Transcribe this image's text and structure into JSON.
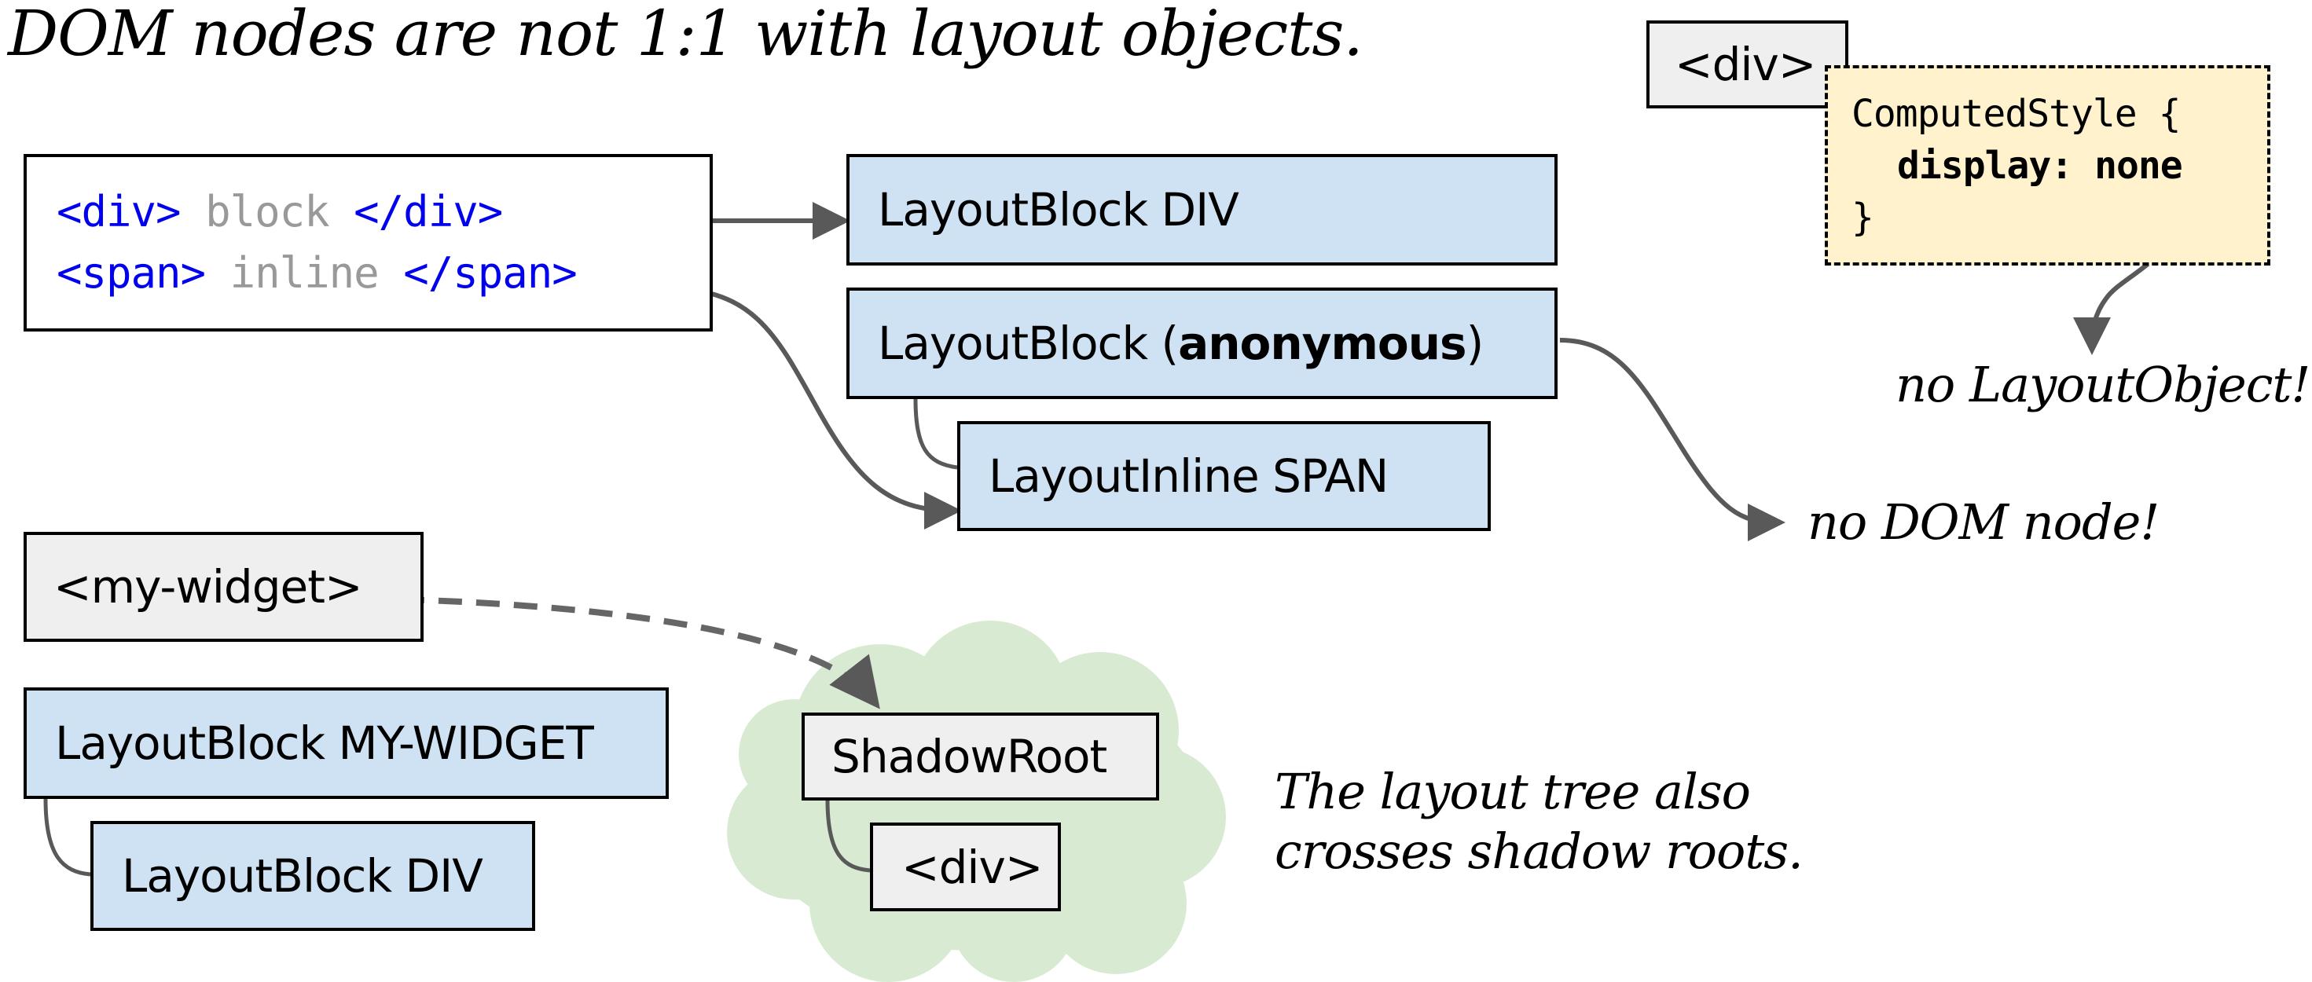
{
  "title": "DOM nodes are not 1:1 with layout objects.",
  "colors": {
    "layout_box_fill": "#cfe2f3",
    "dom_box_fill": "#efefef",
    "computed_style_fill": "#fff2cc",
    "shadow_cloud_fill": "#d9ead3",
    "code_tag": "#0000ee",
    "code_text": "#999999",
    "connector": "#595959"
  },
  "code_box": {
    "line1": {
      "open": "<div>",
      "text": "block",
      "close": "</div>"
    },
    "line2": {
      "open": "<span>",
      "text": "inline",
      "close": "</span>"
    }
  },
  "layout_tree": {
    "block_div": "LayoutBlock DIV",
    "block_anonymous_prefix": "LayoutBlock (",
    "block_anonymous_bold": "anonymous",
    "block_anonymous_suffix": ")",
    "inline_span": "LayoutInline SPAN"
  },
  "display_none": {
    "div_label": "<div>",
    "computed_style_line1": "ComputedStyle {",
    "computed_style_line2": "display: none",
    "computed_style_line3": "}",
    "note": "no LayoutObject!"
  },
  "anonymous_note": "no DOM node!",
  "shadow": {
    "widget_label": "<my-widget>",
    "layout_widget": "LayoutBlock MY-WIDGET",
    "layout_div": "LayoutBlock DIV",
    "shadow_root": "ShadowRoot",
    "shadow_div": "<div>",
    "note_line1": "The layout tree also",
    "note_line2": "crosses shadow roots."
  }
}
